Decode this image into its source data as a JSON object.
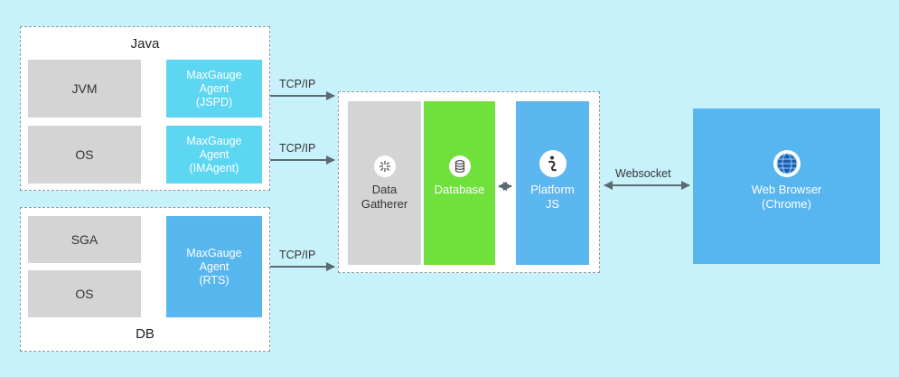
{
  "java_group": {
    "title": "Java",
    "rows": [
      {
        "source": "JVM",
        "agent_lines": [
          "MaxGauge",
          "Agent",
          "(JSPD)"
        ]
      },
      {
        "source": "OS",
        "agent_lines": [
          "MaxGauge",
          "Agent",
          "(IMAgent)"
        ]
      }
    ]
  },
  "db_group": {
    "title": "DB",
    "sources": [
      "SGA",
      "OS"
    ],
    "agent_lines": [
      "MaxGauge",
      "Agent",
      "(RTS)"
    ]
  },
  "connections": {
    "tcp1": "TCP/IP",
    "tcp2": "TCP/IP",
    "tcp3": "TCP/IP",
    "websocket": "Websocket"
  },
  "server": {
    "gatherer_lines": [
      "Data",
      "Gatherer"
    ],
    "database": "Database",
    "platform_lines": [
      "Platform",
      "JS"
    ]
  },
  "browser": {
    "lines": [
      "Web Browser",
      "(Chrome)"
    ]
  },
  "colors": {
    "background": "#c8f2fb",
    "agent_light": "#5dd6f2",
    "agent_blue": "#58b6ef",
    "database_green": "#6fe03c",
    "platform_blue": "#5cb6f0",
    "browser_blue": "#57b5ef",
    "arrow": "#5b6a70"
  },
  "icons": {
    "gatherer": "gather-icon",
    "database": "database-icon",
    "platform": "platform-js-logo-icon",
    "browser": "globe-icon"
  }
}
